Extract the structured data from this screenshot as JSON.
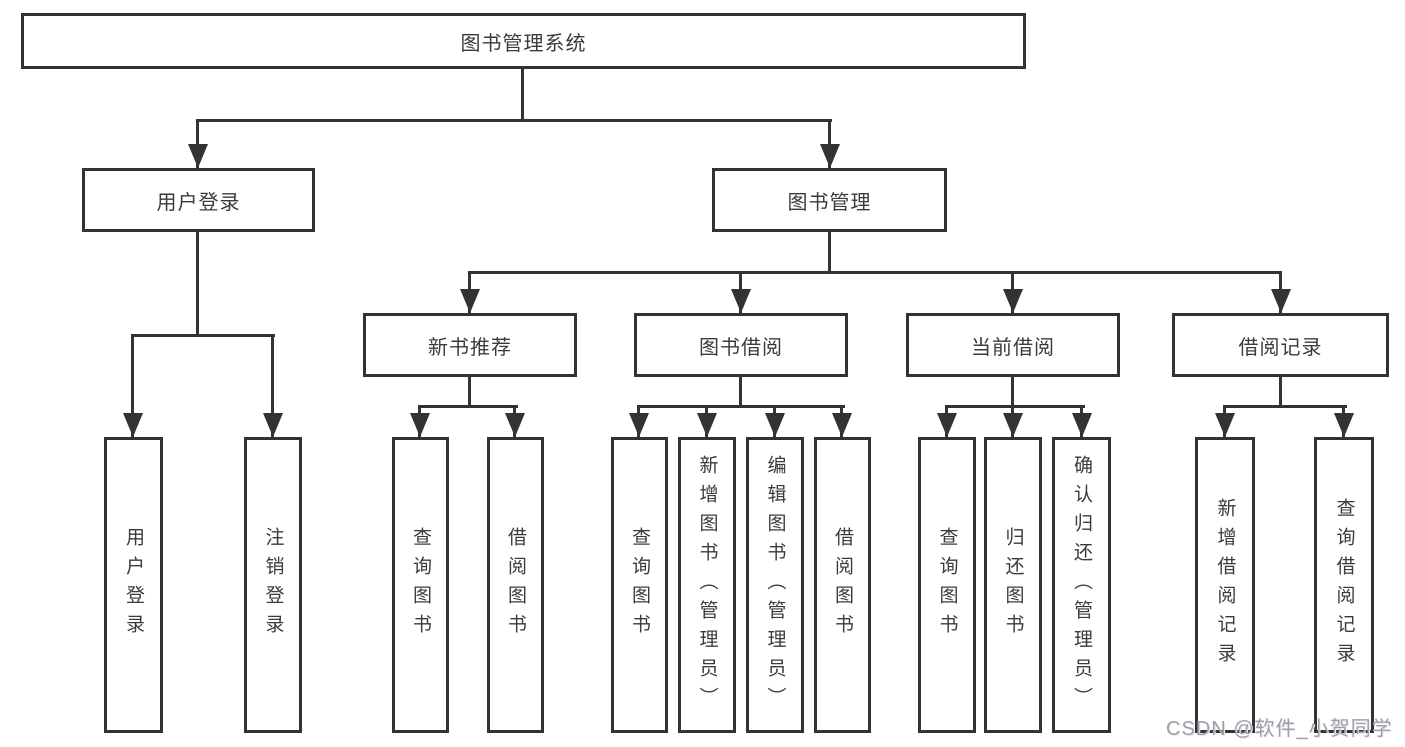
{
  "diagram_title": "图书管理系统",
  "tree": {
    "root": {
      "label": "图书管理系统"
    },
    "level2": [
      {
        "label": "用户登录"
      },
      {
        "label": "图书管理"
      }
    ],
    "level3": [
      {
        "label": "新书推荐"
      },
      {
        "label": "图书借阅"
      },
      {
        "label": "当前借阅"
      },
      {
        "label": "借阅记录"
      }
    ],
    "leaves": {
      "user_login": [
        {
          "label": "用户登录"
        },
        {
          "label": "注销登录"
        }
      ],
      "new_books": [
        {
          "label": "查询图书"
        },
        {
          "label": "借阅图书"
        }
      ],
      "book_borrowing": [
        {
          "label": "查询图书"
        },
        {
          "label": "新增图书（管理员）"
        },
        {
          "label": "编辑图书（管理员）"
        },
        {
          "label": "借阅图书"
        }
      ],
      "current_borrowing": [
        {
          "label": "查询图书"
        },
        {
          "label": "归还图书"
        },
        {
          "label": "确认归还（管理员）"
        }
      ],
      "borrowing_records": [
        {
          "label": "新增借阅记录"
        },
        {
          "label": "查询借阅记录"
        }
      ]
    }
  },
  "watermark": {
    "text": "CSDN @软件_小贺同学"
  },
  "colors": {
    "line": "#333333",
    "text": "#3b3b3b",
    "watermark": "#9ca1a7",
    "background": "#ffffff"
  }
}
